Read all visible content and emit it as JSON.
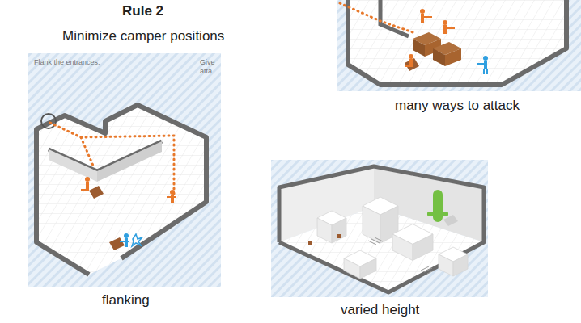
{
  "diagram": {
    "title": "Rule 2",
    "labels": [
      "Minimize camper positions",
      "Flank the entrances.",
      "Give",
      "atta",
      "flanking",
      "many ways to attack",
      "varied height"
    ]
  }
}
